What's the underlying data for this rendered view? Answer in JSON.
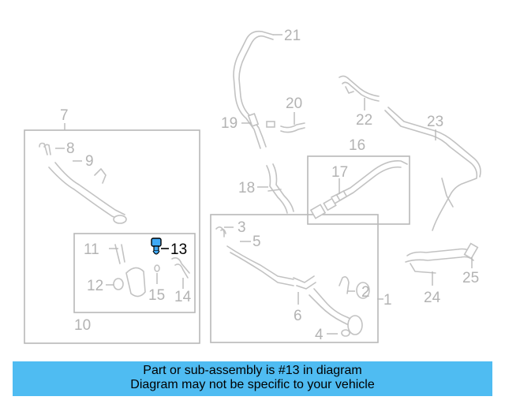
{
  "callouts": {
    "c1": "1",
    "c2": "2",
    "c3": "3",
    "c4": "4",
    "c5": "5",
    "c6": "6",
    "c7": "7",
    "c8": "8",
    "c9": "9",
    "c10": "10",
    "c11": "11",
    "c12": "12",
    "c13": "13",
    "c14": "14",
    "c15": "15",
    "c16": "16",
    "c17": "17",
    "c18": "18",
    "c19": "19",
    "c20": "20",
    "c21": "21",
    "c22": "22",
    "c23": "23",
    "c24": "24",
    "c25": "25"
  },
  "highlight": {
    "part_number": "13",
    "color": "#3fa9f5"
  },
  "banner": {
    "line1": "Part or sub-assembly is #13 in diagram",
    "line2": "Diagram may not be specific to your vehicle",
    "background": "#4fbcf2"
  }
}
